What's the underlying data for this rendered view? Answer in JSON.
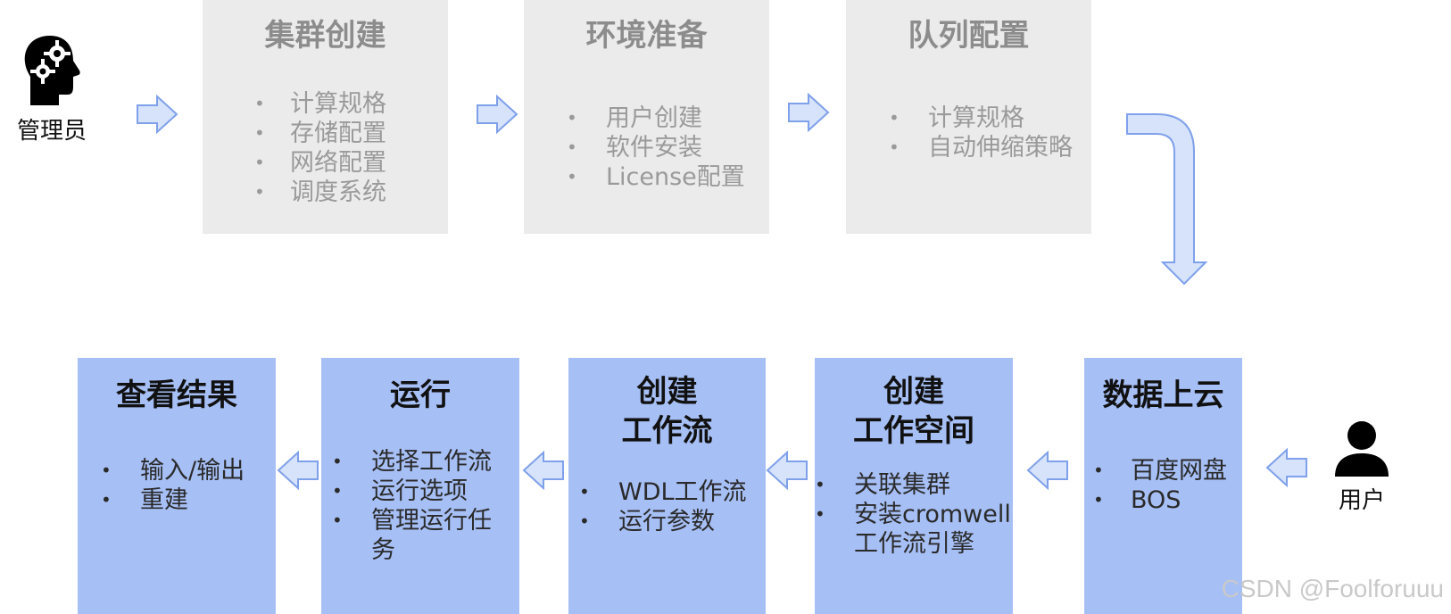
{
  "actors": {
    "admin_label": "管理员",
    "user_label": "用户"
  },
  "top_row": [
    {
      "title": "集群创建",
      "items": [
        "计算规格",
        "存储配置",
        "网络配置",
        "调度系统"
      ]
    },
    {
      "title": "环境准备",
      "items": [
        "用户创建",
        "软件安装",
        "License配置"
      ]
    },
    {
      "title": "队列配置",
      "items": [
        "计算规格",
        "自动伸缩策略"
      ]
    }
  ],
  "bottom_row": [
    {
      "title": "查看结果",
      "items": [
        "输入/输出",
        "重建"
      ]
    },
    {
      "title": "运行",
      "items": [
        "选择工作流",
        "运行选项",
        "管理运行任\n务"
      ]
    },
    {
      "title": "创建\n工作流",
      "items": [
        "WDL工作流",
        "运行参数"
      ]
    },
    {
      "title": "创建\n工作空间",
      "items": [
        "关联集群",
        "安装cromwell\n工作流引擎"
      ]
    },
    {
      "title": "数据上云",
      "items": [
        "百度网盘",
        "BOS"
      ]
    }
  ],
  "bullet": "•",
  "watermark": "CSDN @Foolforuuu",
  "colors": {
    "gray_box": "#ebebeb",
    "blue_box": "#a6bff5",
    "arrow_fill": "#d6e3fb",
    "arrow_stroke": "#7fa0ea"
  }
}
